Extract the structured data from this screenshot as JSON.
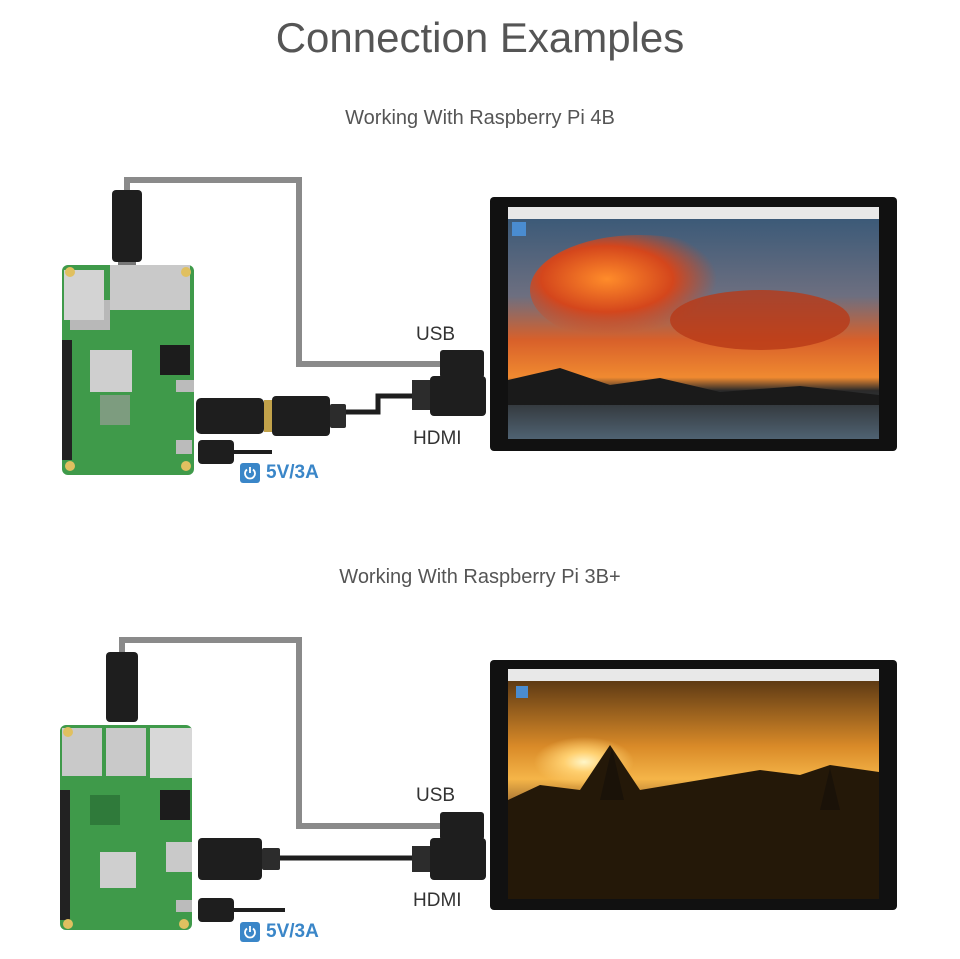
{
  "title": "Connection Examples",
  "sections": [
    {
      "heading": "Working With Raspberry Pi 4B",
      "usb_label": "USB",
      "hdmi_label": "HDMI",
      "power_label": "5V/3A"
    },
    {
      "heading": "Working With Raspberry Pi 3B+",
      "usb_label": "USB",
      "hdmi_label": "HDMI",
      "power_label": "5V/3A"
    }
  ],
  "colors": {
    "power_blue": "#3a86c8",
    "board_green": "#3f9a4a",
    "cable_gray": "#8a8a8a",
    "cable_black": "#1e1e1e"
  },
  "icons": [
    "power-icon",
    "raspberry-pi-board",
    "monitor",
    "usb-cable",
    "hdmi-cable"
  ]
}
